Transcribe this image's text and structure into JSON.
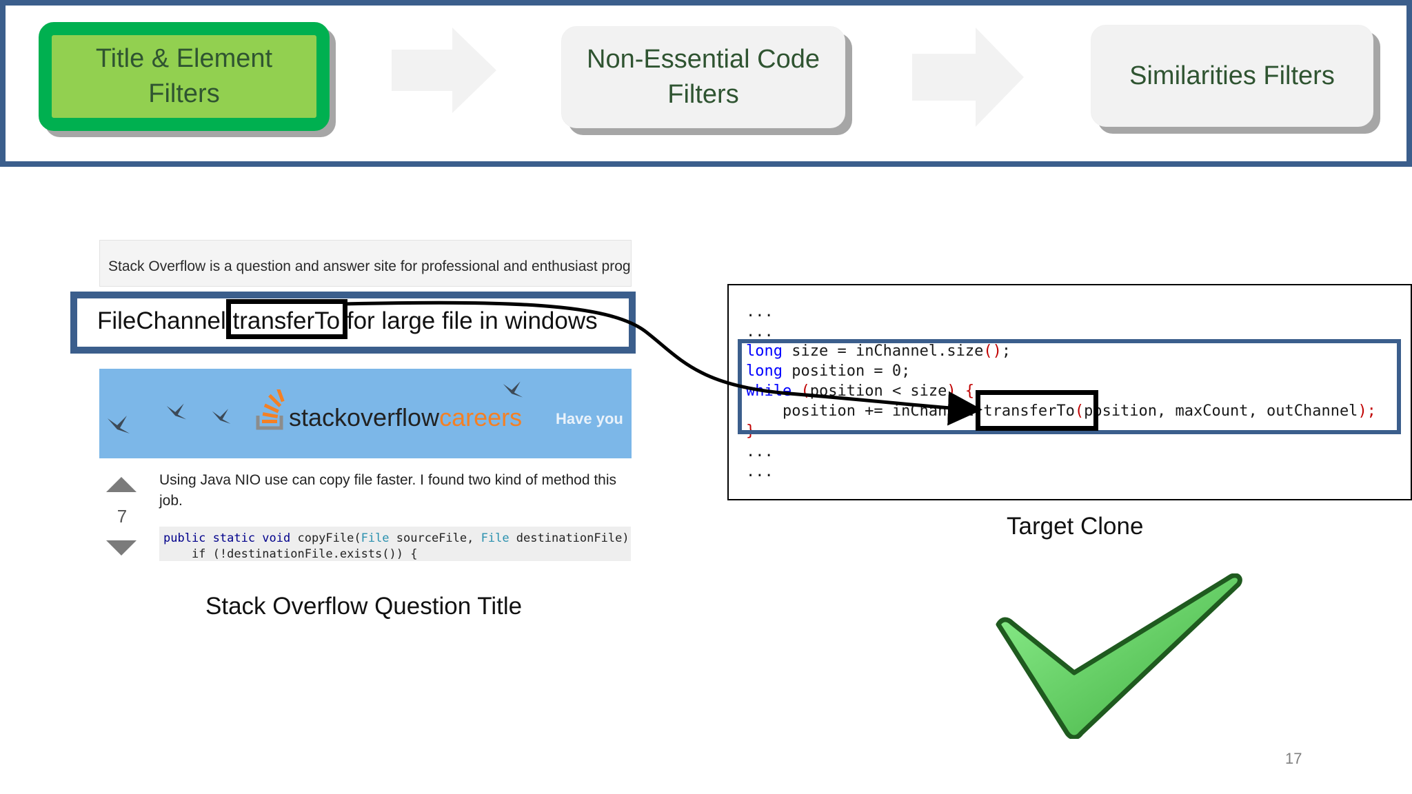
{
  "pipeline": {
    "steps": [
      {
        "label": "Title & Element\nFilters",
        "state": "active"
      },
      {
        "label": "Non-Essential Code\nFilters",
        "state": "inactive"
      },
      {
        "label": "Similarities Filters",
        "state": "inactive"
      }
    ],
    "arrow_icon": "right-arrow-icon"
  },
  "stackoverflow": {
    "top_text": "Stack Overflow is a question and answer site for professional and enthusiast prograı",
    "title_before": "FileChannel.",
    "title_highlight": "transferTo",
    "title_after": " for large file in windows",
    "banner_wordmark_1": "stackoverflow",
    "banner_wordmark_2": "careers",
    "banner_tagline": "Have you",
    "vote_count": "7",
    "body_text": "Using Java NIO use can copy file faster. I found two kind of method this job.",
    "code_line_1_kw": "public static void",
    "code_line_1_fn": " copyFile(",
    "code_line_1_t1": "File",
    "code_line_1_a1": " sourceFile, ",
    "code_line_1_t2": "File",
    "code_line_1_a2": " destinationFile)",
    "code_line_2": "    if (!destinationFile.exists()) {",
    "caption": "Stack Overflow Question Title"
  },
  "target_clone": {
    "ellipsis": "...",
    "line_size_kw": "long",
    "line_size_rest": " size = inChannel.size",
    "line_size_paren": "()",
    "line_size_end": ";",
    "line_pos_kw": "long",
    "line_pos_rest": " position = 0;",
    "line_while_kw": "while",
    "line_while_open": " (",
    "line_while_cond": "position < size",
    "line_while_close": ") {",
    "line_body_a": "    position += inChannel.",
    "line_body_hl": "transferTo",
    "line_body_open": "(",
    "line_body_args": "position, maxCount, outChannel",
    "line_body_close": ");",
    "line_close": "}",
    "caption": "Target Clone"
  },
  "checkmark_icon": "checkmark-icon",
  "page_number": "17",
  "colors": {
    "frame_blue": "#3b5e8c",
    "active_fill": "#92d050",
    "active_border": "#00b050",
    "inactive_fill": "#f2f2f2",
    "step_text": "#2f5431",
    "check_green": "#5fd35f"
  }
}
